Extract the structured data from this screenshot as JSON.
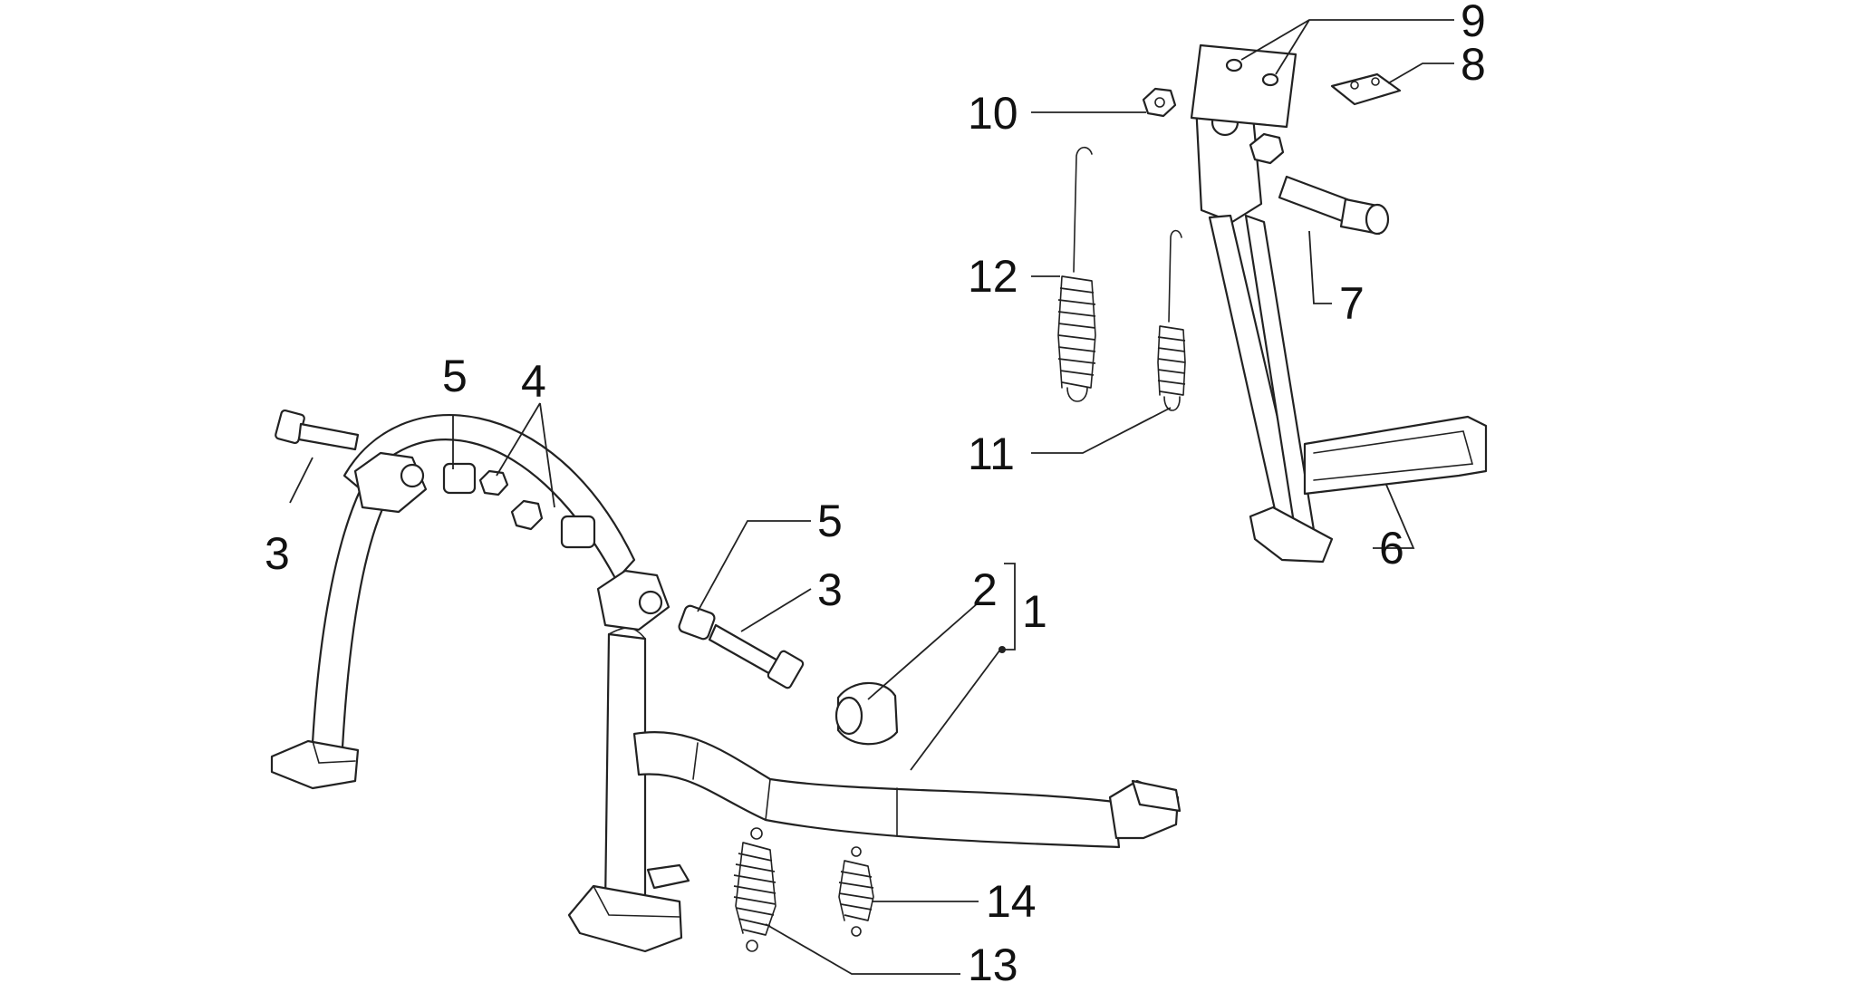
{
  "diagram": {
    "callouts": [
      {
        "id": "c1",
        "text": "1"
      },
      {
        "id": "c2",
        "text": "2"
      },
      {
        "id": "c3a",
        "text": "3"
      },
      {
        "id": "c3b",
        "text": "3"
      },
      {
        "id": "c4",
        "text": "4"
      },
      {
        "id": "c5a",
        "text": "5"
      },
      {
        "id": "c5b",
        "text": "5"
      },
      {
        "id": "c6",
        "text": "6"
      },
      {
        "id": "c7",
        "text": "7"
      },
      {
        "id": "c8",
        "text": "8"
      },
      {
        "id": "c9",
        "text": "9"
      },
      {
        "id": "c10",
        "text": "10"
      },
      {
        "id": "c11",
        "text": "11"
      },
      {
        "id": "c12",
        "text": "12"
      },
      {
        "id": "c13",
        "text": "13"
      },
      {
        "id": "c14",
        "text": "14"
      }
    ]
  }
}
